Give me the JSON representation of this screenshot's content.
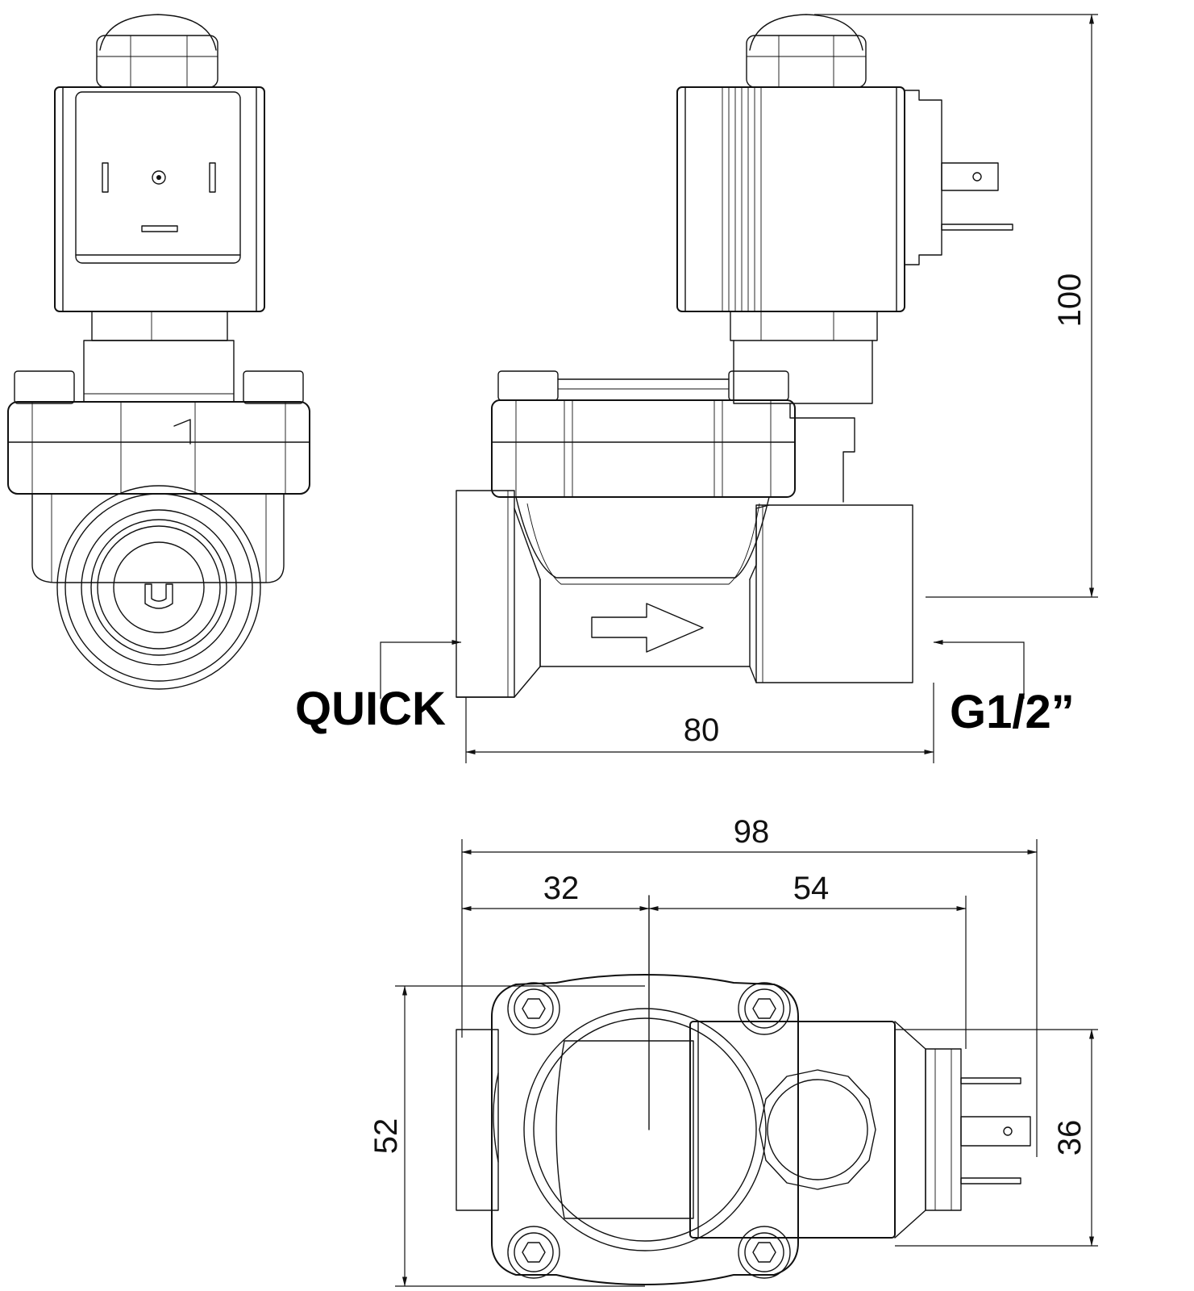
{
  "dimensions": {
    "height_total": "100",
    "body_length": "80",
    "overall_length": "98",
    "inlet_to_center": "32",
    "center_to_coil_end": "54",
    "body_width": "52",
    "coil_width": "36"
  },
  "ports": {
    "inlet_label": "QUICK",
    "outlet_label": "G1/2”"
  },
  "colors": {
    "line": "#111111",
    "background": "#ffffff"
  }
}
